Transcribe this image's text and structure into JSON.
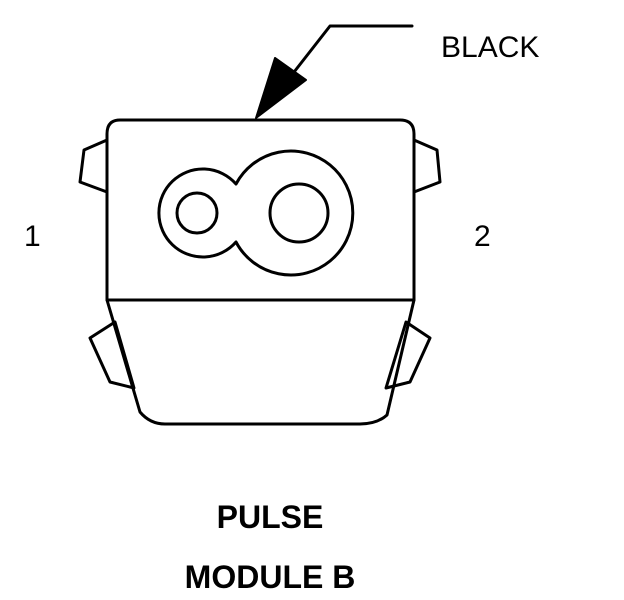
{
  "wire_color_label": "BLACK",
  "pin_labels": [
    "1",
    "2"
  ],
  "title": {
    "line1": "PULSE",
    "line2": "MODULE B"
  },
  "icon": "connector-icon"
}
